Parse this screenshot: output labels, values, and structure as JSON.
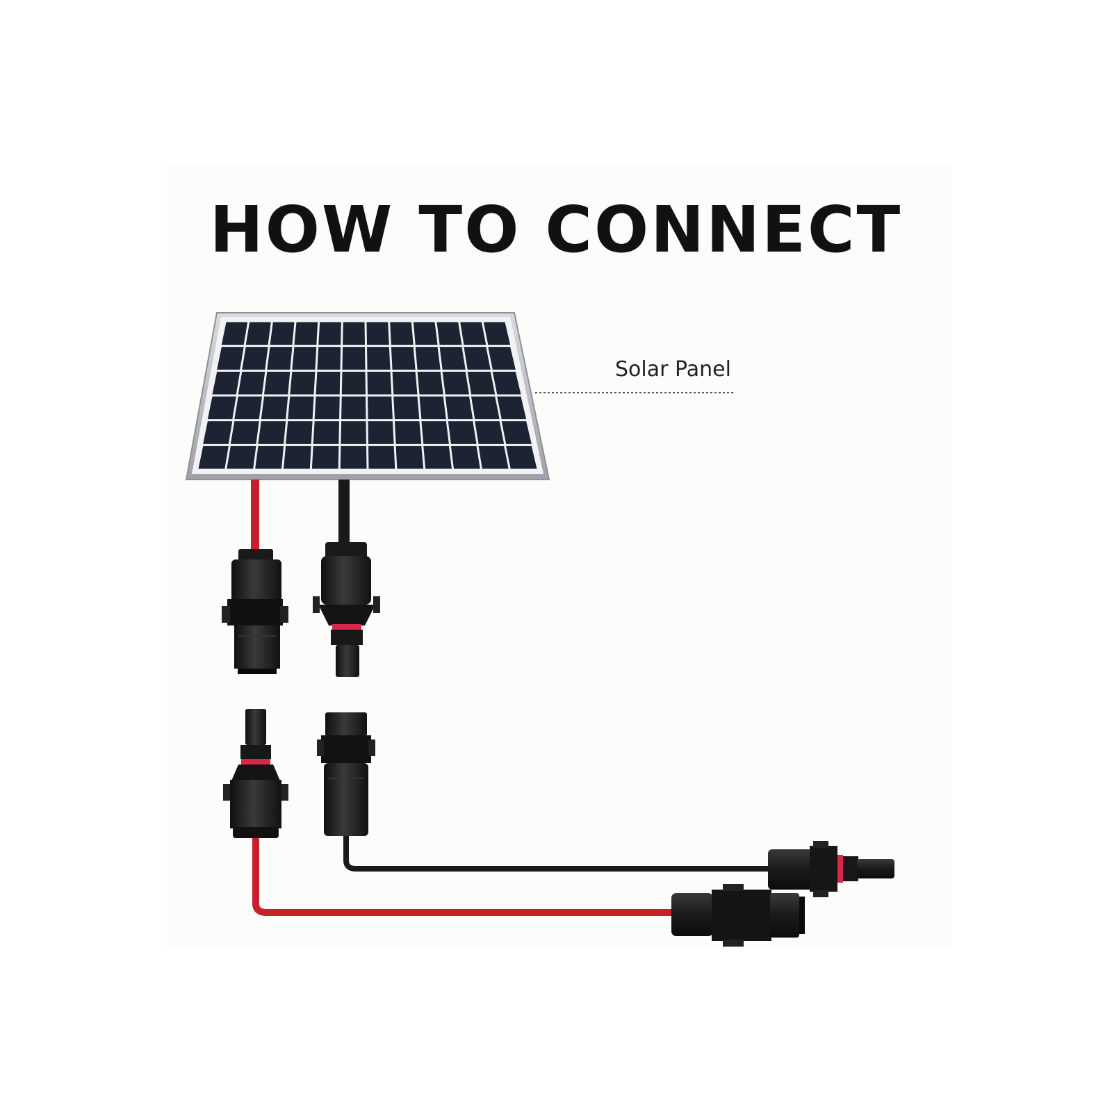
{
  "title": "HOW TO CONNECT",
  "labels": {
    "solar_panel": "Solar Panel"
  },
  "panel": {
    "rows": 6,
    "cols": 12
  },
  "colors": {
    "cable_positive": "#c8202b",
    "cable_negative": "#1a1a1a",
    "connector_body": "#1c1c1c",
    "seal_ring": "#d6284a",
    "panel_cell": "#1c2433",
    "panel_frame": "#b9bcc0",
    "leader_line": "#555555"
  }
}
